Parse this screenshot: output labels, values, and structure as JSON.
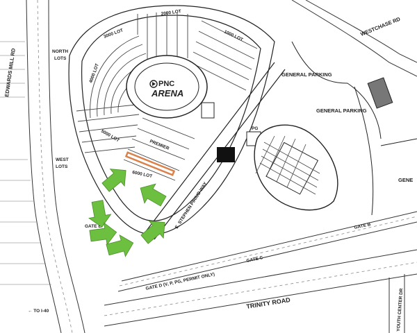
{
  "roads": {
    "edwards_mill": "EDWARDS MILL RD",
    "westchase": "WESTCHASE RD",
    "trinity": "TRINITY ROAD",
    "youth_center": "YOUTH CENTER DR",
    "stephens": "E. STEPHEN PIRIUD WAY",
    "to_i40": "← TO I-40"
  },
  "arena": {
    "line1": "PNC",
    "line2": "ARENA"
  },
  "lots": {
    "north_l1": "NORTH",
    "north_l2": "LOTS",
    "west_l1": "WEST",
    "west_l2": "LOTS",
    "lot_2000": "2000 LOT",
    "lot_3000": "3000 LOT",
    "lot_4000": "4000 LOT",
    "lot_5000": "5000 LOT",
    "lot_6000": "6000 LOT",
    "lot_1000": "1000 LOT",
    "premier": "PREMIER",
    "general_parking_1": "GENERAL PARKING",
    "general_parking_2": "GENERAL PARKING",
    "general_right": "GENE"
  },
  "gates": {
    "gate_e": "GATE E",
    "gate_c": "GATE C",
    "gate_b": "GATE B",
    "gate_d": "GATE D (V, P, PG, PERMIT ONLY)"
  },
  "stadium": {
    "pg": "PG"
  },
  "colors": {
    "arrow_green": "#6cbf3f",
    "highlight_orange": "#d9824b",
    "ink": "#222222"
  }
}
